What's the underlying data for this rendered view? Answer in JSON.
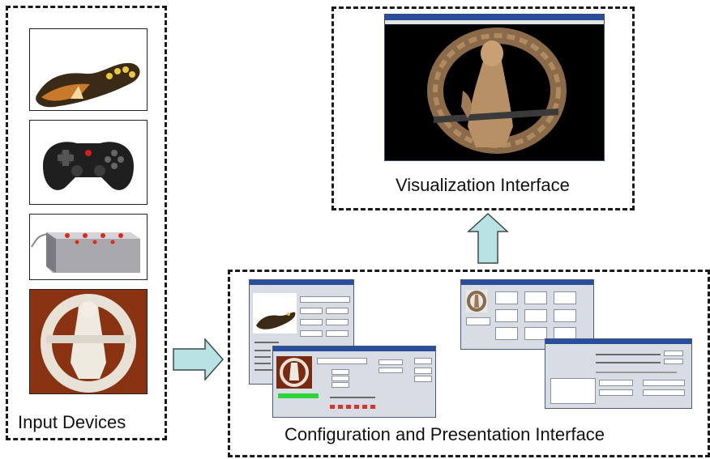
{
  "labels": {
    "input_devices": "Input Devices",
    "visualization": "Visualization Interface",
    "configuration": "Configuration and Presentation Interface"
  },
  "devices": [
    {
      "icon": "hand-controller-icon"
    },
    {
      "icon": "gamepad-icon"
    },
    {
      "icon": "button-box-icon"
    },
    {
      "icon": "replica-seal-icon"
    }
  ],
  "colors": {
    "arrow_fill": "#b9e2e3",
    "arrow_stroke": "#3c4a4a",
    "dashed_border": "#1a1a1a",
    "viz_background": "#000000",
    "window_titlebar": "#284e9c"
  }
}
